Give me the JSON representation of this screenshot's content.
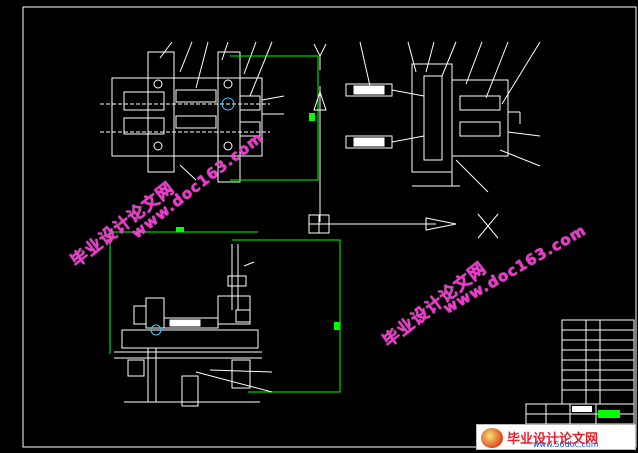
{
  "watermarks": {
    "cn_text": "毕业设计论文网",
    "url_text": "www.doc163.com"
  },
  "axes": {
    "y_label": "Y",
    "x_label": "X"
  },
  "footer": {
    "title": "毕业设计论文网",
    "url": "www.56doc.com"
  },
  "colors": {
    "background": "#000000",
    "linework": "#ffffff",
    "frame_green": "#00ff00",
    "watermark": "#ff2bd6"
  }
}
